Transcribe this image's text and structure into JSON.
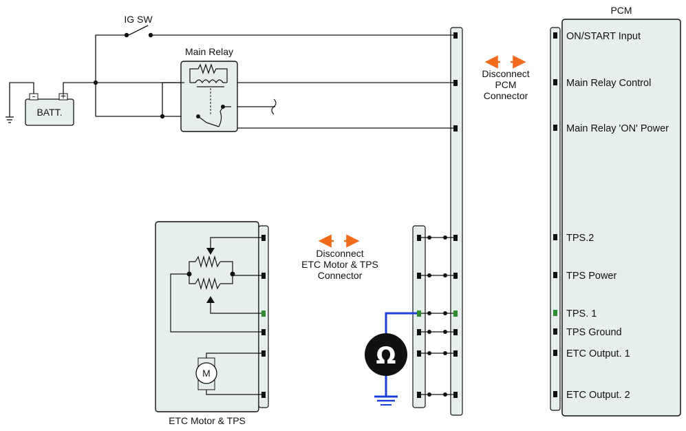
{
  "labels": {
    "pcm_title": "PCM",
    "ig_sw": "IG SW",
    "main_relay": "Main Relay",
    "batt": "BATT.",
    "batt_neg": "-",
    "batt_pos": "+",
    "etc_box": "ETC Motor & TPS",
    "motor": "M",
    "ohmmeter_symbol": "Ω",
    "disconnect_pcm": [
      "Disconnect",
      "PCM",
      "Connector"
    ],
    "disconnect_etc": [
      "Disconnect",
      "ETC Motor & TPS",
      "Connector"
    ]
  },
  "pcm_pins": [
    {
      "label": "ON/START Input",
      "highlight": false
    },
    {
      "label": "Main Relay Control",
      "highlight": false
    },
    {
      "label": "Main Relay 'ON' Power",
      "highlight": false
    },
    {
      "label": "TPS.2",
      "highlight": false
    },
    {
      "label": "TPS Power",
      "highlight": false
    },
    {
      "label": "TPS. 1",
      "highlight": true
    },
    {
      "label": "TPS Ground",
      "highlight": false
    },
    {
      "label": "ETC Output. 1",
      "highlight": false
    },
    {
      "label": "ETC Output. 2",
      "highlight": false
    }
  ],
  "colors": {
    "arrow": "#f26a1b",
    "highlight_wire": "#1a3fd6",
    "highlight_pin": "#2e8b2e",
    "box_fill": "#e6eeee",
    "wire": "#111111"
  }
}
